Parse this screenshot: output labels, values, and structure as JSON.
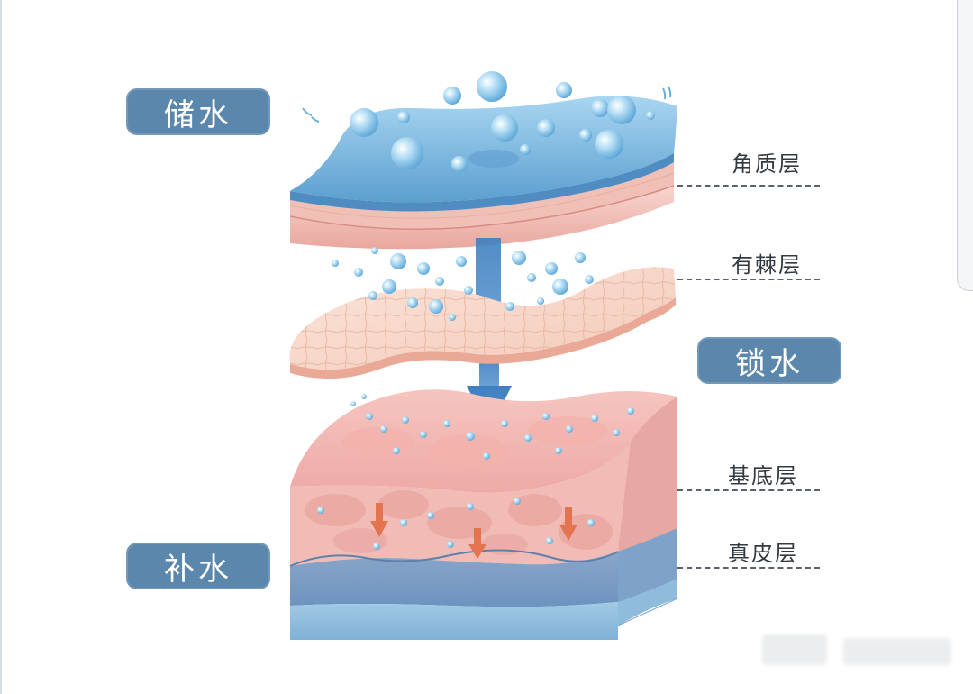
{
  "badges": {
    "store": "储水",
    "lock": "锁水",
    "replenish": "补水"
  },
  "layers": {
    "stratum_corneum": "角质层",
    "spinous": "有棘层",
    "basal": "基底层",
    "dermis": "真皮层"
  },
  "colors": {
    "badge_bg": "#5b87ad",
    "water": "#6aaedb",
    "skin_pink": "#f1b5b0",
    "dermis_blue": "#7f9ec2",
    "arrow": "#e47350"
  }
}
